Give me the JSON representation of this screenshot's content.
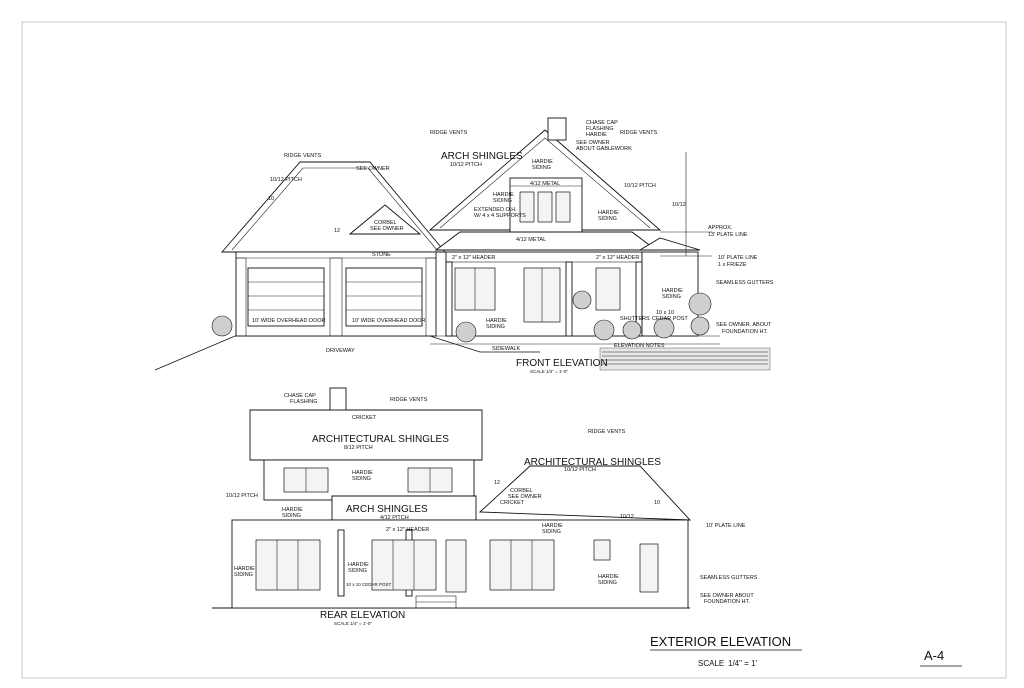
{
  "sheet": {
    "title": "EXTERIOR ELEVATION",
    "scale_label": "SCALE",
    "scale_value": "1/4\" = 1'",
    "sheet_number": "A-4"
  },
  "front": {
    "title": "FRONT ELEVATION",
    "scale": "SCALE 1/4\" = 1'-0\"",
    "labels": {
      "ridge_vents_left": "RIDGE VENTS",
      "ridge_vents_center": "RIDGE VENTS",
      "ridge_vents_right": "RIDGE VENTS",
      "see_owner_left": "SEE OWNER",
      "chase_cap": "CHASE CAP",
      "flashing": "FLASHING",
      "hardie_chimney": "HARDIE",
      "see_owner_gablework_1": "SEE OWNER",
      "see_owner_gablework_2": "ABOUT GABLEWORK",
      "arch_shingles": "ARCH SHINGLES",
      "pitch_arch": "10/12 PITCH",
      "hardie_siding_top": "HARDIE",
      "siding_top": "SIDING",
      "metal_top": "4/12 METAL",
      "pitch_left": "10/12 PITCH",
      "pitch_right": "10/12 PITCH",
      "ten_twelve_right": "10/12",
      "extended_oh_1": "EXTENDED O.H.",
      "extended_oh_2": "W/ 4 x 4 SUPPORTS",
      "corbel_1": "CORBEL",
      "corbel_2": "SEE OWNER",
      "hardie_left": "HARDIE",
      "siding_left": "SIDING",
      "hardie_right": "HARDIE",
      "siding_right": "SIDING",
      "metal_porch": "4/12 METAL",
      "stone": "STONE",
      "header_left": "2\" x 12\" HEADER",
      "header_right": "2\" x 12\" HEADER",
      "approx_plate_1": "APPROX.",
      "approx_plate_2": "13' PLATE LINE",
      "plate_line": "10' PLATE LINE",
      "frieze": "1 x FRIEZE",
      "seamless_gutters": "SEAMLESS GUTTERS",
      "hardie_far_right": "HARDIE",
      "siding_far_right": "SIDING",
      "cedar_post_1": "10 x 10",
      "cedar_post_2": "CEDAR POST",
      "shutters": "SHUTTERS",
      "see_owner_found_1": "SEE OWNER, ABOUT",
      "see_owner_found_2": "FOUNDATION HT.",
      "garage_door_left": "10' WIDE OVERHEAD DOOR",
      "garage_door_right": "10' WIDE OVERHEAD DOOR",
      "hardie_porch": "HARDIE",
      "siding_porch": "SIDING",
      "driveway": "DRIVEWAY",
      "sidewalk": "SIDEWALK",
      "elevation_notes": "ELEVATION NOTES",
      "pitch_12": "12",
      "pitch_10": "10"
    }
  },
  "rear": {
    "title": "REAR ELEVATION",
    "scale": "SCALE 1/4\" = 1'-0\"",
    "labels": {
      "chase_cap": "CHASE CAP",
      "flashing": "FLASHING",
      "ridge_vents_left": "RIDGE VENTS",
      "ridge_vents_right": "RIDGE VENTS",
      "cricket": "CRICKET",
      "architectural_shingles_main": "ARCHITECTURAL SHINGLES",
      "pitch_main": "8/12 PITCH",
      "architectural_shingles_right": "ARCHITECTURAL SHINGLES",
      "pitch_right": "10/12 PITCH",
      "hardie_upper": "HARDIE",
      "siding_upper": "SIDING",
      "pitch_left": "10/12 PITCH",
      "corbel_1": "CORBEL",
      "corbel_2": "SEE OWNER",
      "cricket_2": "CRICKET",
      "arch_shingles": "ARCH SHINGLES",
      "pitch_arch": "4/12 PITCH",
      "hardie_mid": "HARDIE",
      "siding_mid": "SIDING",
      "hardie_right": "HARDIE",
      "siding_right": "SIDING",
      "header": "2\" x 12\" HEADER",
      "ten_twelve": "10/12",
      "plate_line": "10' PLATE LINE",
      "hardie_left": "HARDIE",
      "siding_left": "SIDING",
      "hardie_center": "HARDIE",
      "siding_center": "SIDING",
      "cedar_post": "10 x 10 CEDAR POST",
      "hardie_garage": "HARDIE",
      "siding_garage": "SIDING",
      "seamless_gutters": "SEAMLESS GUTTERS",
      "see_owner_1": "SEE OWNER ABOUT",
      "see_owner_2": "FOUNDATION HT.",
      "pitch_12": "12",
      "pitch_10": "10"
    }
  }
}
